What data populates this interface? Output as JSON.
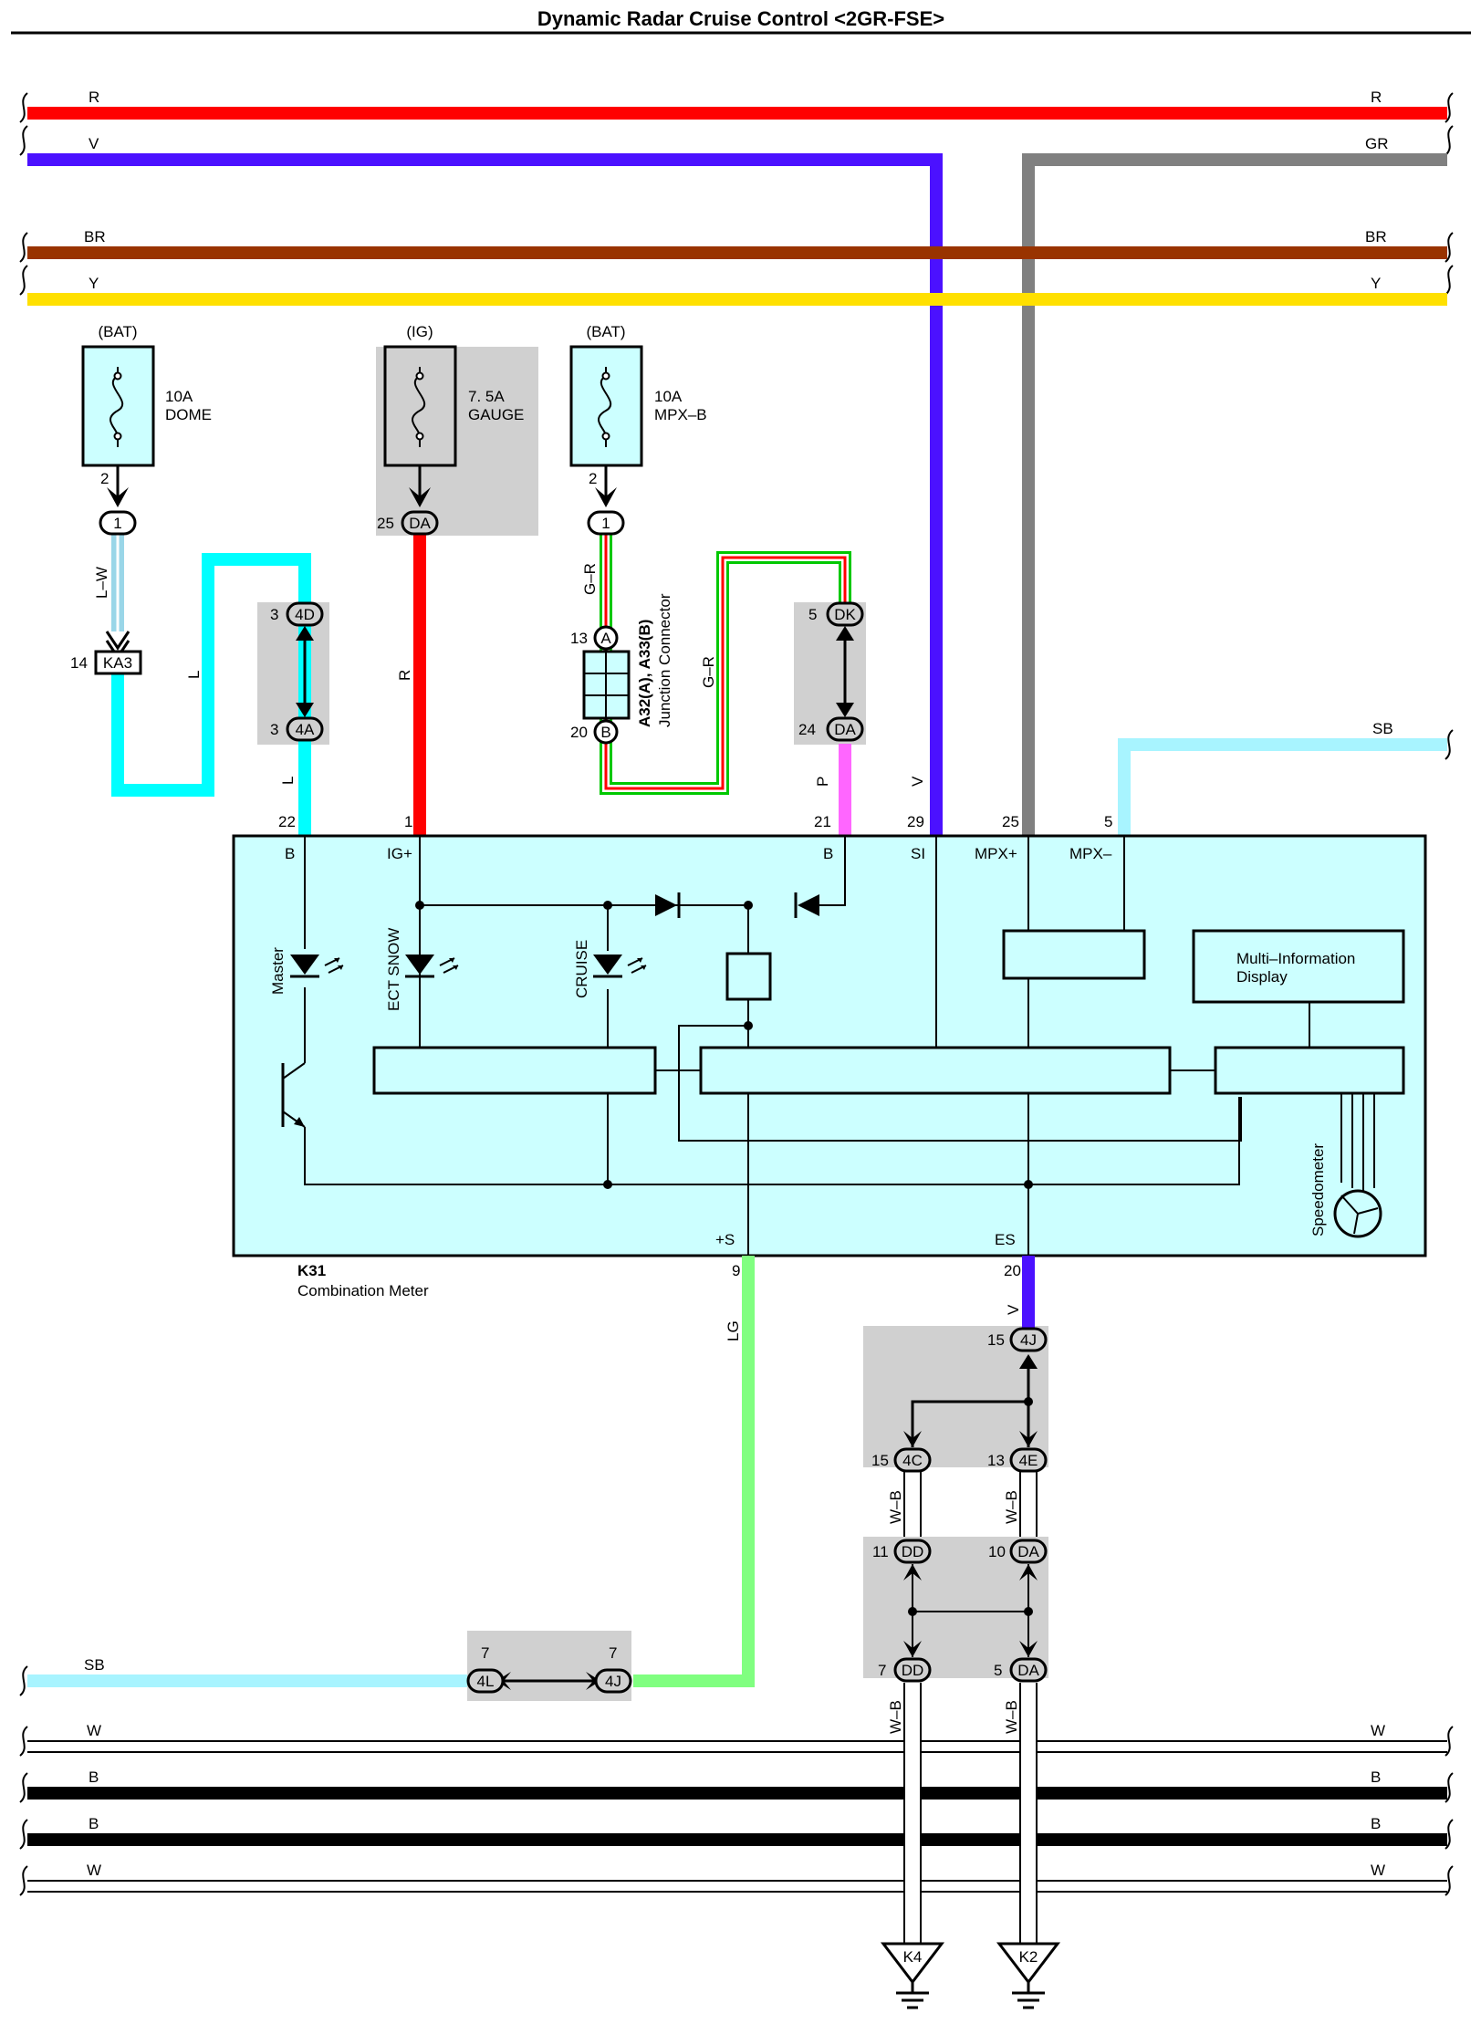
{
  "title": "Dynamic Radar Cruise Control <2GR-FSE>",
  "colors": {
    "R": "#ff0000",
    "V": "#4b11ff",
    "GR": "#808080",
    "BR": "#993300",
    "Y": "#ffe000",
    "L": "#00ffff",
    "LW": "#9ad6e8",
    "SB": "#a8f4ff",
    "P": "#ff66ff",
    "LG": "#80ff80",
    "G": "#00d000",
    "B": "#000000",
    "meter_fill": "#ccffff",
    "shade": "#d0d0d0"
  },
  "top_buses": {
    "r_left": "R",
    "r_right": "R",
    "v_left": "V",
    "gr_right": "GR",
    "br_left": "BR",
    "br_right": "BR",
    "y_left": "Y",
    "y_right": "Y"
  },
  "fuses": {
    "dome": {
      "source": "(BAT)",
      "rating": "10A",
      "name": "DOME",
      "pin": "2"
    },
    "gauge": {
      "source": "(IG)",
      "rating": "7. 5A",
      "name": "GAUGE",
      "pin": "25",
      "conn": "DA"
    },
    "mpx": {
      "source": "(BAT)",
      "rating": "10A",
      "name": "MPX–B",
      "pin": "2"
    }
  },
  "connectors": {
    "c1a": "1",
    "c1b": "1",
    "ka3": "KA3",
    "ka3_pin": "14",
    "c4d": "4D",
    "c4d_pin": "3",
    "c4a": "4A",
    "c4a_pin": "3",
    "cdk": "DK",
    "cdk_pin": "5",
    "cda": "DA",
    "cda_pin": "24",
    "jA": "A",
    "jA_pin": "13",
    "jB": "B",
    "jB_pin": "20",
    "c4l": "4L",
    "c4l_pin": "7",
    "c4j": "4J",
    "c4j_pin": "7",
    "c4j2": "4J",
    "c4j2_pin": "15",
    "c4c": "4C",
    "c4c_pin": "15",
    "c4e": "4E",
    "c4e_pin": "13",
    "cdd1": "DD",
    "cdd1_pin": "11",
    "cda1": "DA",
    "cda1_pin": "10",
    "cdd2": "DD",
    "cdd2_pin": "7",
    "cda2": "DA",
    "cda2_pin": "5"
  },
  "junction": {
    "name": "A32(A), A33(B)",
    "desc": "Junction Connector"
  },
  "wire_labels": {
    "lw": "L–W",
    "l1": "L",
    "l2": "L",
    "r": "R",
    "gr1": "G–R",
    "gr2": "G–R",
    "p": "P",
    "v": "V",
    "lg": "LG",
    "v2": "V",
    "wb1": "W–B",
    "wb2": "W–B",
    "wb3": "W–B",
    "wb4": "W–B",
    "sb_right": "SB",
    "sb_left": "SB"
  },
  "meter": {
    "code": "K31",
    "name": "Combination Meter",
    "pins_top": {
      "b1": "22",
      "ig": "1",
      "b2": "21",
      "si": "29",
      "mpxp": "25",
      "mpxm": "5"
    },
    "terms_top": {
      "b1": "B",
      "ig": "IG+",
      "b2": "B",
      "si": "SI",
      "mpxp": "MPX+",
      "mpxm": "MPX–"
    },
    "pins_bottom": {
      "s": "9",
      "es": "20"
    },
    "terms_bottom": {
      "s": "+S",
      "es": "ES"
    },
    "leds": {
      "master": "Master",
      "ect": "ECT SNOW",
      "cruise": "CRUISE"
    },
    "mid_line1": "Multi–Information",
    "mid_line2": "Display",
    "speedometer": "Speedometer"
  },
  "bottom_buses": {
    "w1l": "W",
    "w1r": "W",
    "b1l": "B",
    "b1r": "B",
    "b2l": "B",
    "b2r": "B",
    "w2l": "W",
    "w2r": "W"
  },
  "grounds": {
    "k4": "K4",
    "k2": "K2"
  }
}
